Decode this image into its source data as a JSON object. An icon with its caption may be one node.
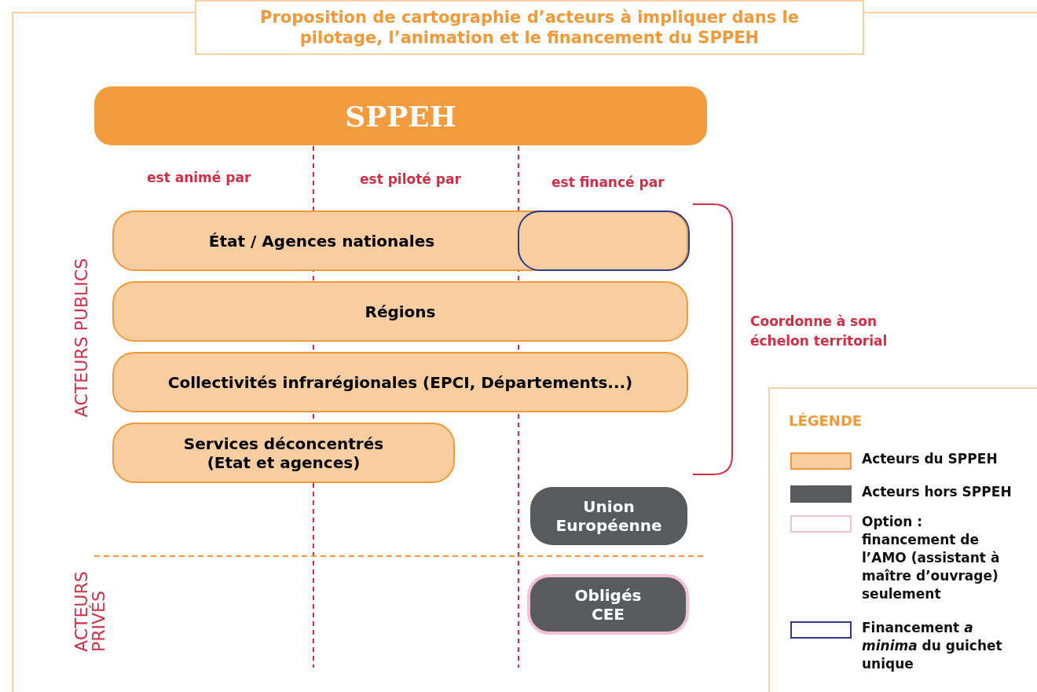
{
  "diagram": {
    "title": "Proposition de cartographie d’acteurs à impliquer dans le pilotage, l’animation et le financement du SPPEH",
    "nodes": [
      {
        "text": [
          "SPPEH"
        ]
      },
      {
        "text": [
          "État / Agences nationales"
        ]
      },
      {
        "text": [],
        "shape": "box",
        "in": 1
      },
      {
        "text": [
          "Régions"
        ]
      },
      {
        "text": [
          "Collectivités infrarégionales (EPCI, Départements...)"
        ]
      },
      {
        "text": [
          "Services déconcentrés (Etat et agences)"
        ]
      },
      {
        "text": [
          "Union Européenne"
        ]
      },
      {
        "text": [
          "Obligés CEE"
        ]
      }
    ],
    "labels": [
      "est animé par",
      "est piloté par",
      "est financé par",
      "ACTEURS PUBLICS",
      "Coordonne à son échelon territorial",
      "ACTEURS PRIVÉS",
      "LÉGENDE"
    ],
    "legend": [
      {
        "text": "Acteurs du SPPEH",
        "color": "#f8cda0"
      },
      {
        "text": "Acteurs hors SPPEH",
        "color": "#575b5d"
      },
      {
        "text": "Option : financement de l’AMO (assistant à maître d’ouvrage) seulement",
        "color": "#f5bfd6"
      },
      {
        "text": "Financement *a minima* du guichet unique",
        "color": "#2e3a87"
      }
    ]
  }
}
